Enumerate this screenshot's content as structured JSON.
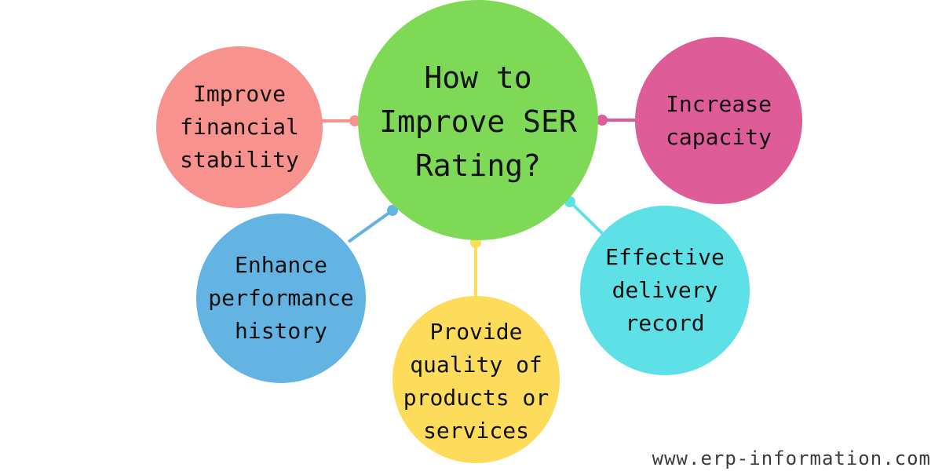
{
  "colors": {
    "center": "#7ed957",
    "financial": "#f7928e",
    "capacity": "#de5d98",
    "performance": "#63b4e2",
    "quality": "#fddc5b",
    "delivery": "#5ee1e6"
  },
  "center": {
    "label": "How to\nImprove SER\nRating?"
  },
  "topics": {
    "financial": "Improve\nfinancial\nstability",
    "capacity": "Increase\ncapacity",
    "performance": "Enhance\nperformance\nhistory",
    "quality": "Provide\nquality of\nproducts or\nservices",
    "delivery": "Effective\ndelivery\nrecord"
  },
  "watermark": "www.erp-information.com"
}
